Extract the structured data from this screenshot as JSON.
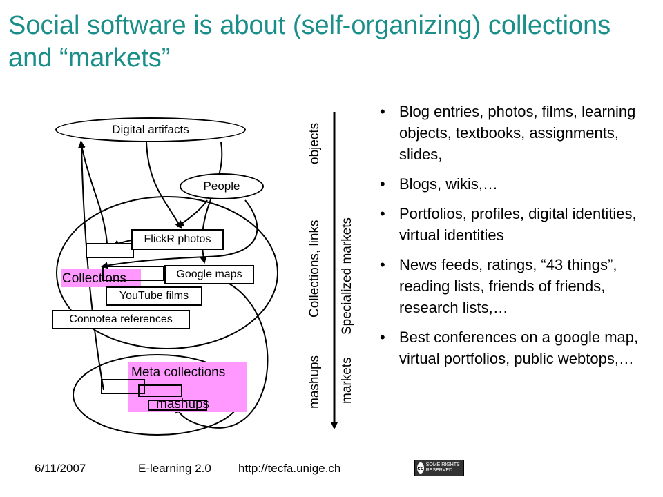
{
  "slide": {
    "title": "Social software is about (self-organizing) collections and “markets”"
  },
  "diagram": {
    "digital_artifacts": "Digital artifacts",
    "people": "People",
    "flickr": "FlickR photos",
    "collections": "Collections",
    "google_maps": "Google maps",
    "youtube": "YouTube films",
    "connotea": "Connotea references",
    "meta_collections": "Meta collections",
    "mashups": "mashups"
  },
  "axis": {
    "left_top": "objects",
    "left_middle": "Collections,  links",
    "left_bottom": "mashups",
    "right_middle": "Specialized markets",
    "right_bottom": "markets"
  },
  "bullets": [
    "Blog entries, photos, films, learning objects, textbooks, assignments, slides,",
    "Blogs, wikis,…",
    "Portfolios, profiles, digital identities, virtual identities",
    "News feeds, ratings, “43 things”, reading lists, friends of friends, research lists,…",
    "Best conferences on a google map, virtual portfolios, public webtops,…"
  ],
  "footer": {
    "date": "6/11/2007",
    "course": "E-learning 2.0",
    "url": "http://tecfa.unige.ch",
    "license_badge": "SOME RIGHTS RESERVED",
    "license_icon": "cc-icon"
  }
}
